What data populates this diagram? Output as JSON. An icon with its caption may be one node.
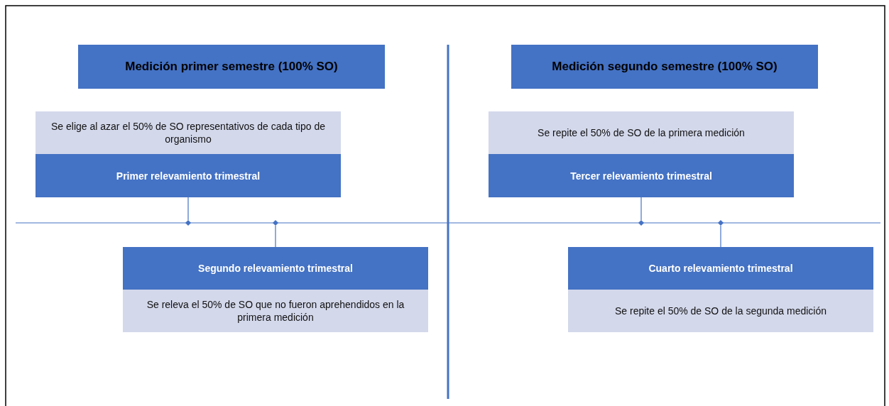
{
  "diagram": {
    "nodes": [
      {
        "text": [
          "Medición primer semestre (100% SO)"
        ]
      },
      {
        "text": [
          "Se elige al azar el 50% de SO representativos de cada tipo de organismo",
          "Primer relevamiento trimestral"
        ]
      },
      {
        "text": [],
        "shape": "diamond"
      },
      {
        "text": [],
        "shape": "diamond"
      },
      {
        "text": [
          "Segundo relevamiento trimestral",
          "Se releva el 50% de SO que no fueron aprehendidos en la primera medición"
        ]
      },
      {
        "text": [
          "Medición segundo semestre (100% SO)"
        ]
      },
      {
        "text": [
          "Se repite el 50% de SO de la primera medición",
          "Tercer relevamiento trimestral"
        ]
      },
      {
        "text": [],
        "shape": "diamond"
      },
      {
        "text": [],
        "shape": "diamond"
      },
      {
        "text": [
          "Cuarto relevamiento trimestral",
          "Se repite el 50% de SO de la segunda medición"
        ]
      }
    ],
    "edges": [
      {
        "from": 1,
        "to": 2,
        "arrow": "none"
      },
      {
        "from": 4,
        "to": 3,
        "arrow": "none"
      },
      {
        "from": 6,
        "to": 7,
        "arrow": "none"
      },
      {
        "from": 9,
        "to": 8,
        "arrow": "none"
      }
    ]
  }
}
